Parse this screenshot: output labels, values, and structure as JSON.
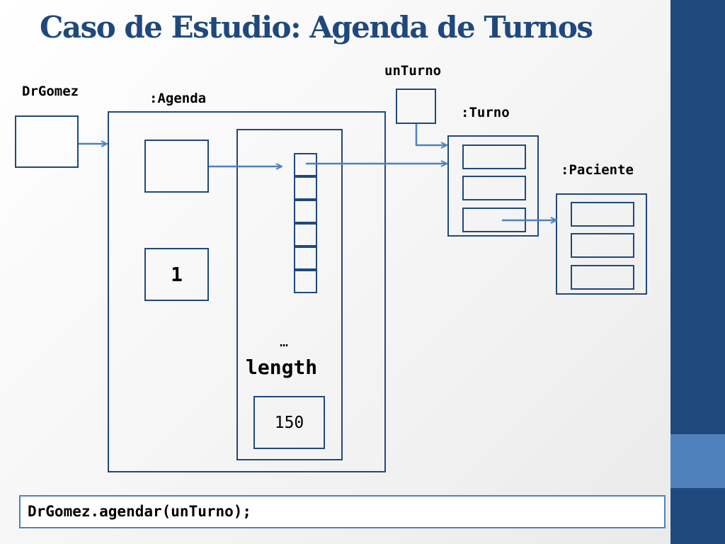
{
  "title": "Caso de Estudio: Agenda de Turnos",
  "labels": {
    "drgomez": "DrGomez",
    "agenda": ":Agenda",
    "unturno": "unTurno",
    "turno": ":Turno",
    "paciente": ":Paciente"
  },
  "agenda": {
    "count_value": "1",
    "ellipsis": "…",
    "length_label": "length",
    "length_value": "150"
  },
  "code": "DrGomez.agendar(unTurno);",
  "colors": {
    "box_border": "#1f497d",
    "arrow": "#4f81bd",
    "title": "#1f497d",
    "sidebar": "#1f497d",
    "sidebar_accent": "#4f81bd"
  }
}
